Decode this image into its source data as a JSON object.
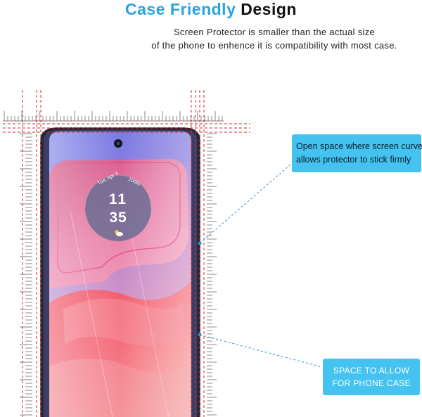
{
  "header": {
    "title_part1": "Case Friendly",
    "title_part2": "Design",
    "subtitle_line1": "Screen Protector is smaller than the actual size",
    "subtitle_line2": "of the phone to enhence it is compatibility with most case."
  },
  "phone_screen": {
    "date_text": "Tue, Apr 3",
    "battery_text": "100%",
    "clock_hour": "11",
    "clock_minute": "35"
  },
  "callouts": {
    "curve_line1": "Open space where screen curves",
    "curve_line2": "allows protector to stick firmly",
    "case_line1": "SPACE TO ALLOW",
    "case_line2": "FOR PHONE CASE"
  },
  "colors": {
    "title_accent": "#29a3dc",
    "callout_bg": "#44c3f1",
    "guide_line": "#d22b2b",
    "leader_line": "#3a8fc8"
  }
}
